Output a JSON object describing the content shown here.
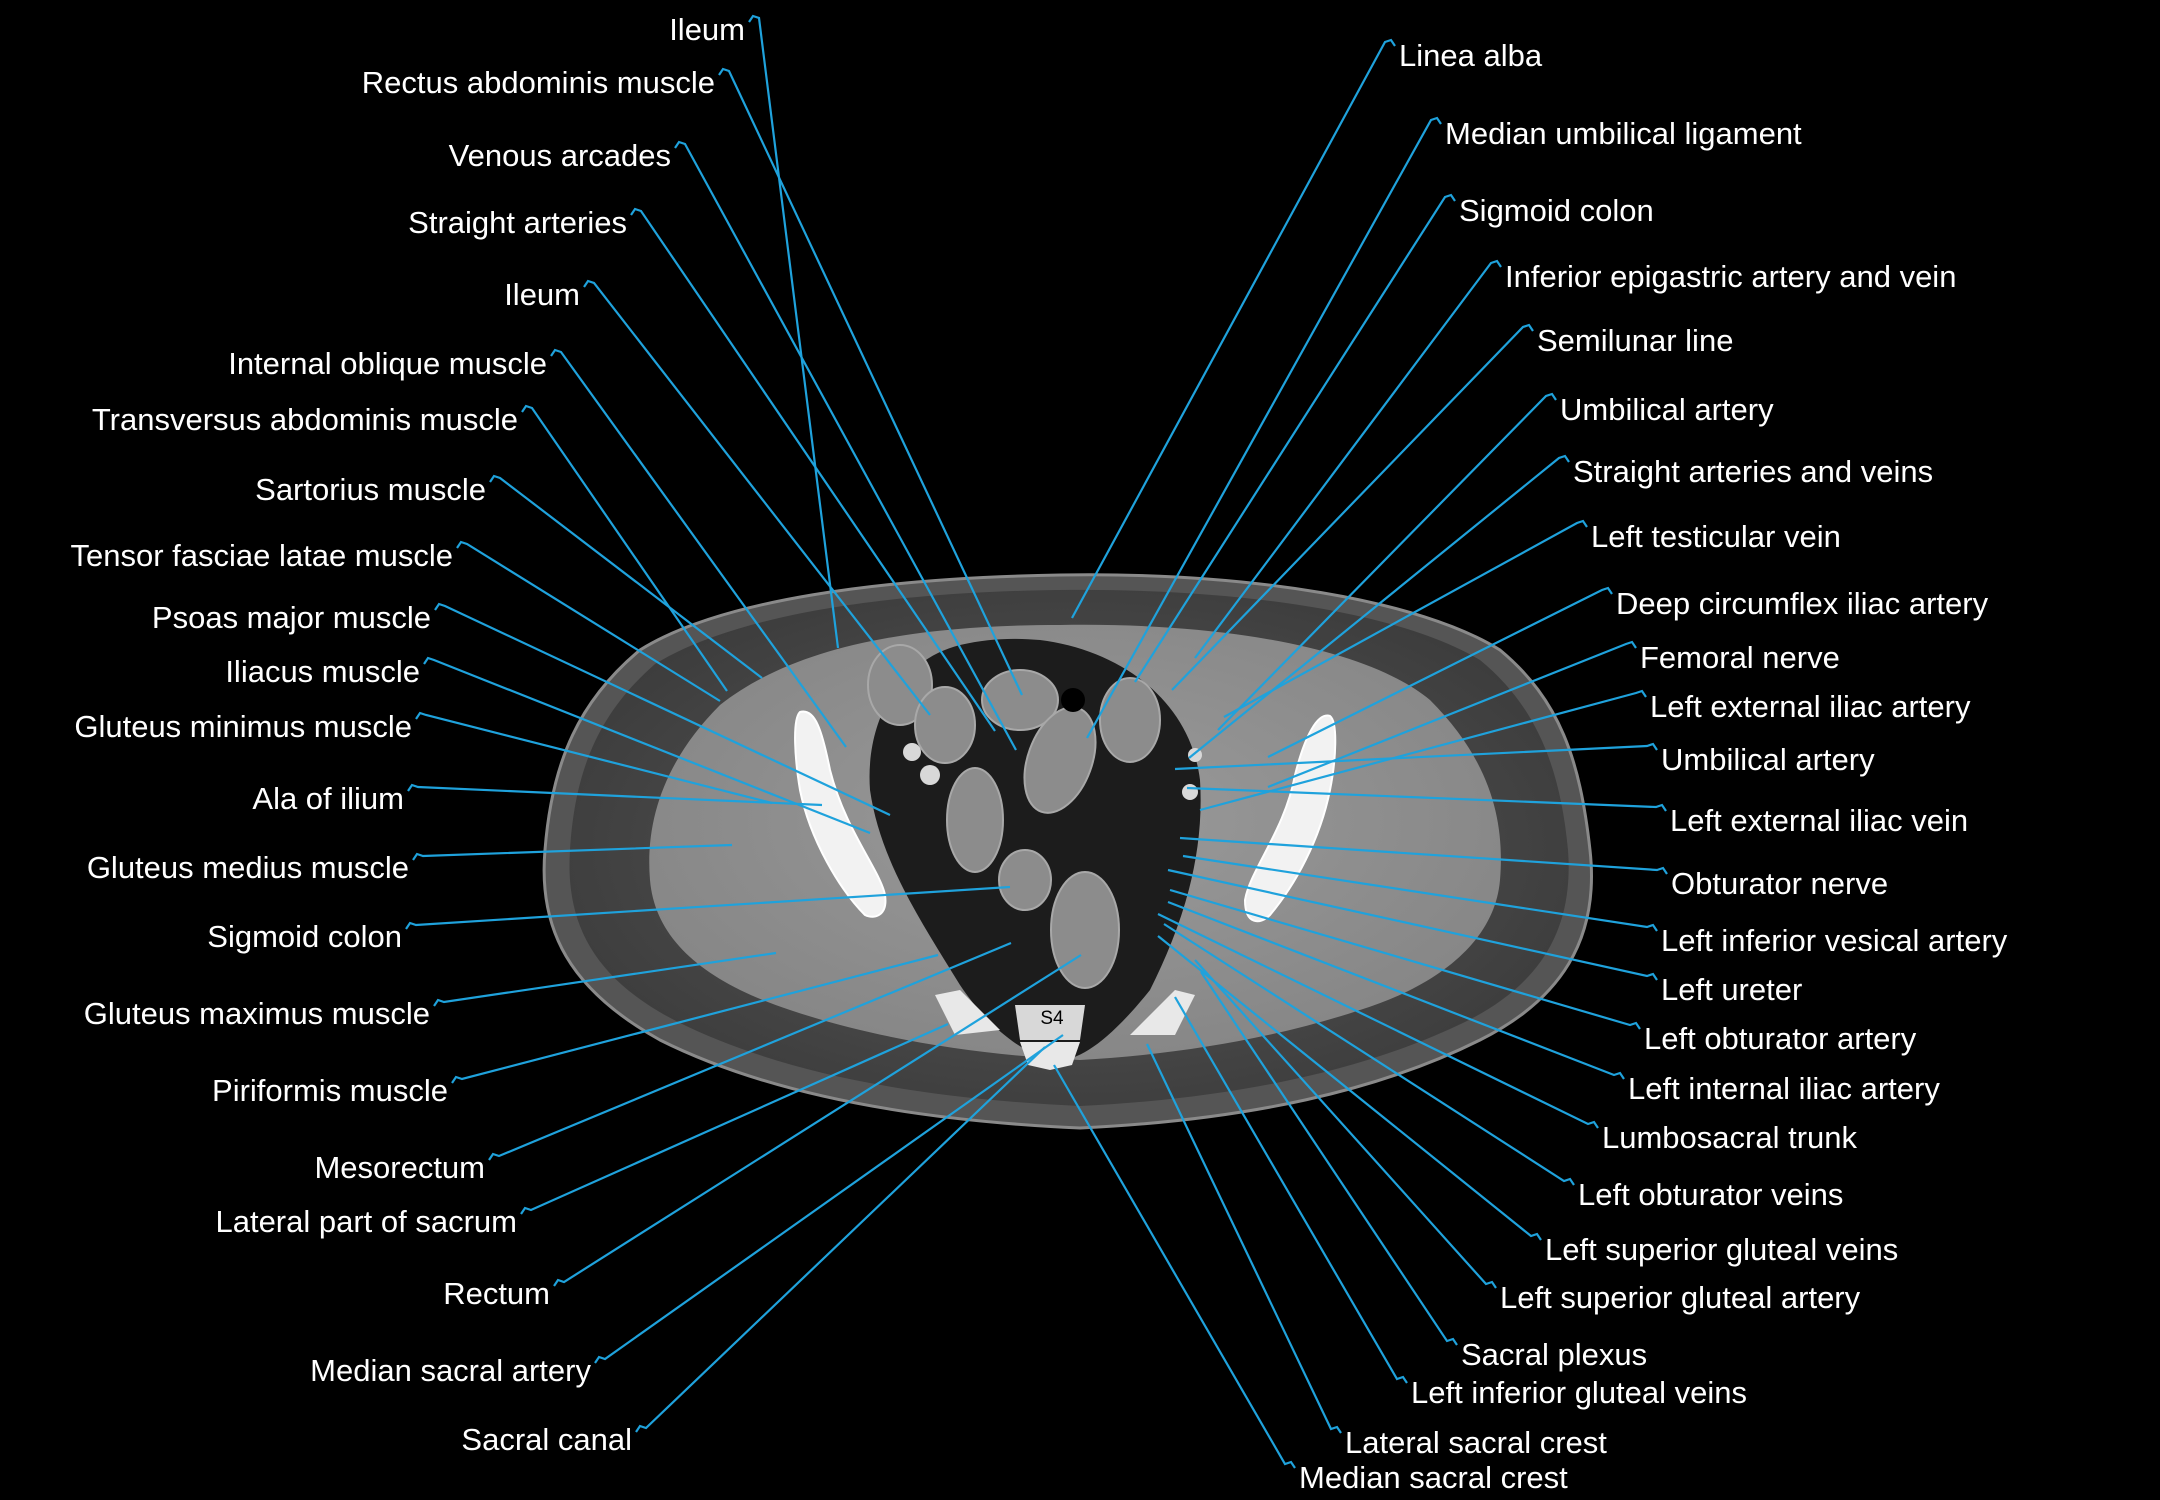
{
  "figure": {
    "type": "labeled-axial-ct-slice",
    "vertebra_marker": "S4",
    "leader_color": "#1fa2dc",
    "label_color": "#ffffff",
    "background_color": "#000000"
  },
  "labels_left": [
    "Ileum",
    "Rectus abdominis muscle",
    "Venous arcades",
    "Straight  arteries",
    "Ileum",
    "Internal oblique muscle",
    "Transversus abdominis muscle",
    "Sartorius muscle",
    "Tensor fasciae latae muscle",
    "Psoas major muscle",
    "Iliacus muscle",
    "Gluteus minimus muscle",
    "Ala of ilium",
    "Gluteus medius muscle",
    "Sigmoid colon",
    "Gluteus maximus muscle",
    "Piriformis muscle",
    "Mesorectum",
    "Lateral part of sacrum",
    "Rectum",
    "Median sacral artery",
    "Sacral canal"
  ],
  "labels_right": [
    "Linea alba",
    "Median umbilical ligament",
    "Sigmoid colon",
    "Inferior epigastric artery and vein",
    "Semilunar line",
    "Umbilical artery",
    "Straight  arteries and veins",
    "Left testicular vein",
    "Deep circumflex iliac artery",
    "Femoral nerve",
    "Left external iliac artery",
    "Umbilical artery",
    "Left external iliac vein",
    "Obturator nerve",
    "Left inferior vesical artery",
    "Left ureter",
    "Left obturator artery",
    "Left internal iliac artery",
    "Lumbosacral trunk",
    "Left obturator veins",
    "Left superior gluteal veins",
    "Left superior gluteal artery",
    "Sacral plexus",
    "Left inferior gluteal veins",
    "Lateral sacral crest",
    "Median sacral crest"
  ]
}
